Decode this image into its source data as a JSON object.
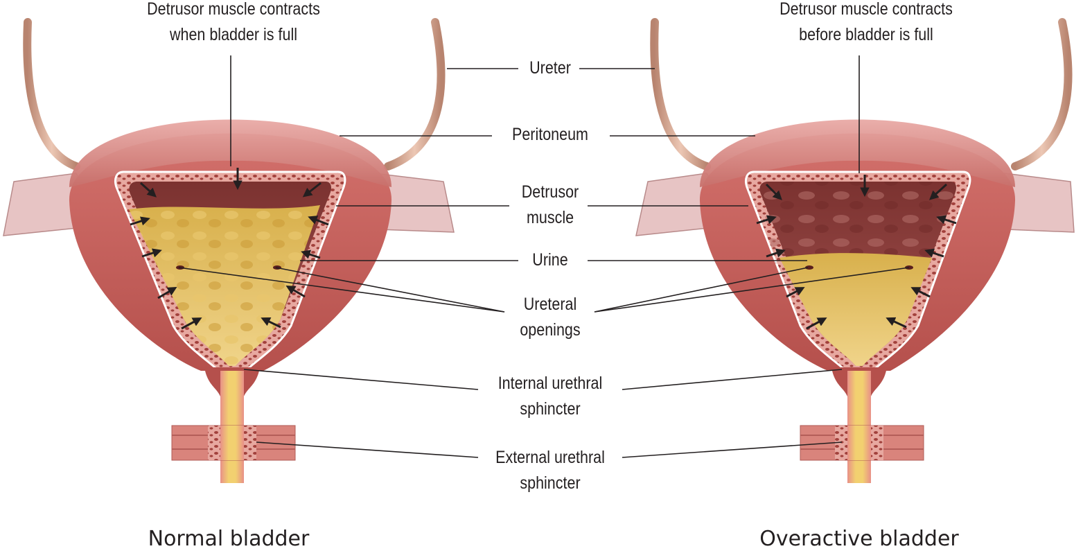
{
  "labels": {
    "left_top": [
      "Detrusor muscle contracts",
      "when bladder is full"
    ],
    "right_top": [
      "Detrusor muscle contracts",
      "before bladder is full"
    ],
    "ureter": "Ureter",
    "peritoneum": "Peritoneum",
    "detrusor": [
      "Detrusor",
      "muscle"
    ],
    "urine": "Urine",
    "ureteral": [
      "Ureteral",
      "openings"
    ],
    "internal": [
      "Internal urethral",
      "sphincter"
    ],
    "external": [
      "External urethral",
      "sphincter"
    ]
  },
  "titles": {
    "left": "Normal bladder",
    "right": "Overactive bladder"
  },
  "colors": {
    "peritoneum": "#d98f8c",
    "detrusor_wall": "#c9605d",
    "lumen": "#8e3f3c",
    "urine": "#d9b44f",
    "ureter": "#d7a792",
    "arrow": "#231f20"
  }
}
